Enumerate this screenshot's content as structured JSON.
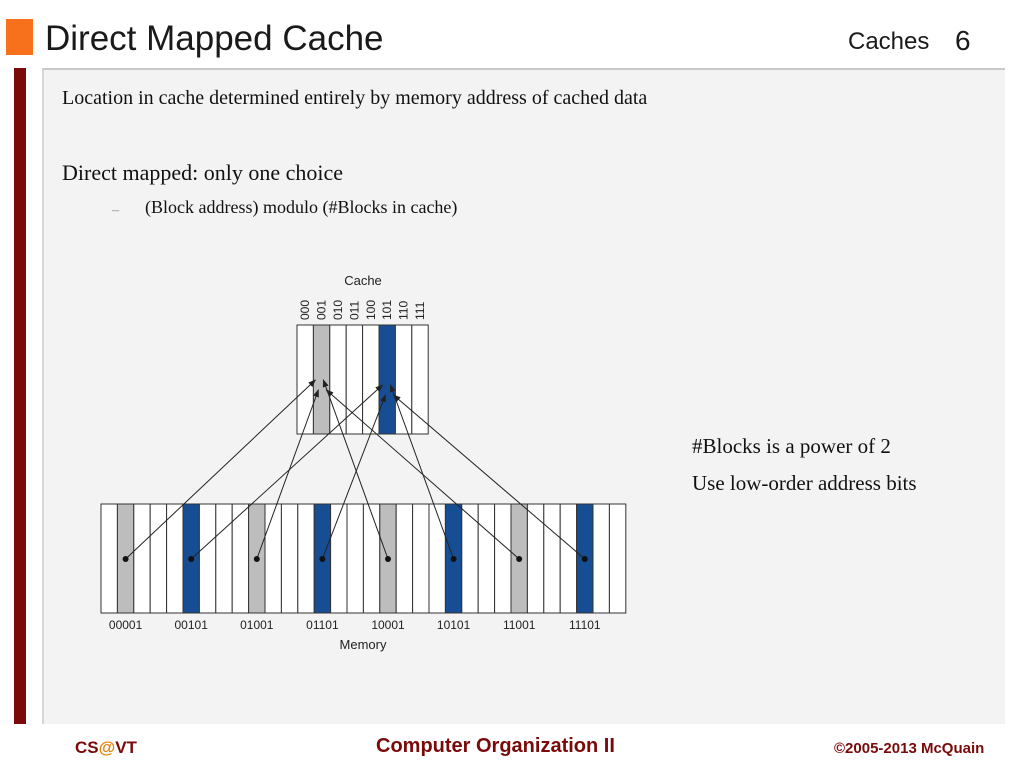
{
  "header": {
    "title": "Direct Mapped Cache",
    "section": "Caches",
    "page_number": "6"
  },
  "content": {
    "line1": "Location in cache determined entirely by memory address of cached data",
    "line2": "Direct mapped: only one choice",
    "sub_bullet_dash": "–",
    "sub_bullet": "(Block address) modulo (#Blocks in cache)",
    "note1": "#Blocks is a power of 2",
    "note2": "Use low-order address bits"
  },
  "diagram": {
    "cache_label": "Cache",
    "memory_label": "Memory",
    "cache_indices": [
      "000",
      "001",
      "010",
      "011",
      "100",
      "101",
      "110",
      "111"
    ],
    "memory_addresses": [
      "00001",
      "00101",
      "01001",
      "01101",
      "10001",
      "10101",
      "11001",
      "11101"
    ],
    "colors": {
      "gray_block": "#bdbdbd",
      "blue_block": "#174e93"
    }
  },
  "footer": {
    "left_prefix": "CS",
    "left_at": "@",
    "left_suffix": "VT",
    "center": "Computer Organization II",
    "right": "©2005-2013 McQuain"
  }
}
